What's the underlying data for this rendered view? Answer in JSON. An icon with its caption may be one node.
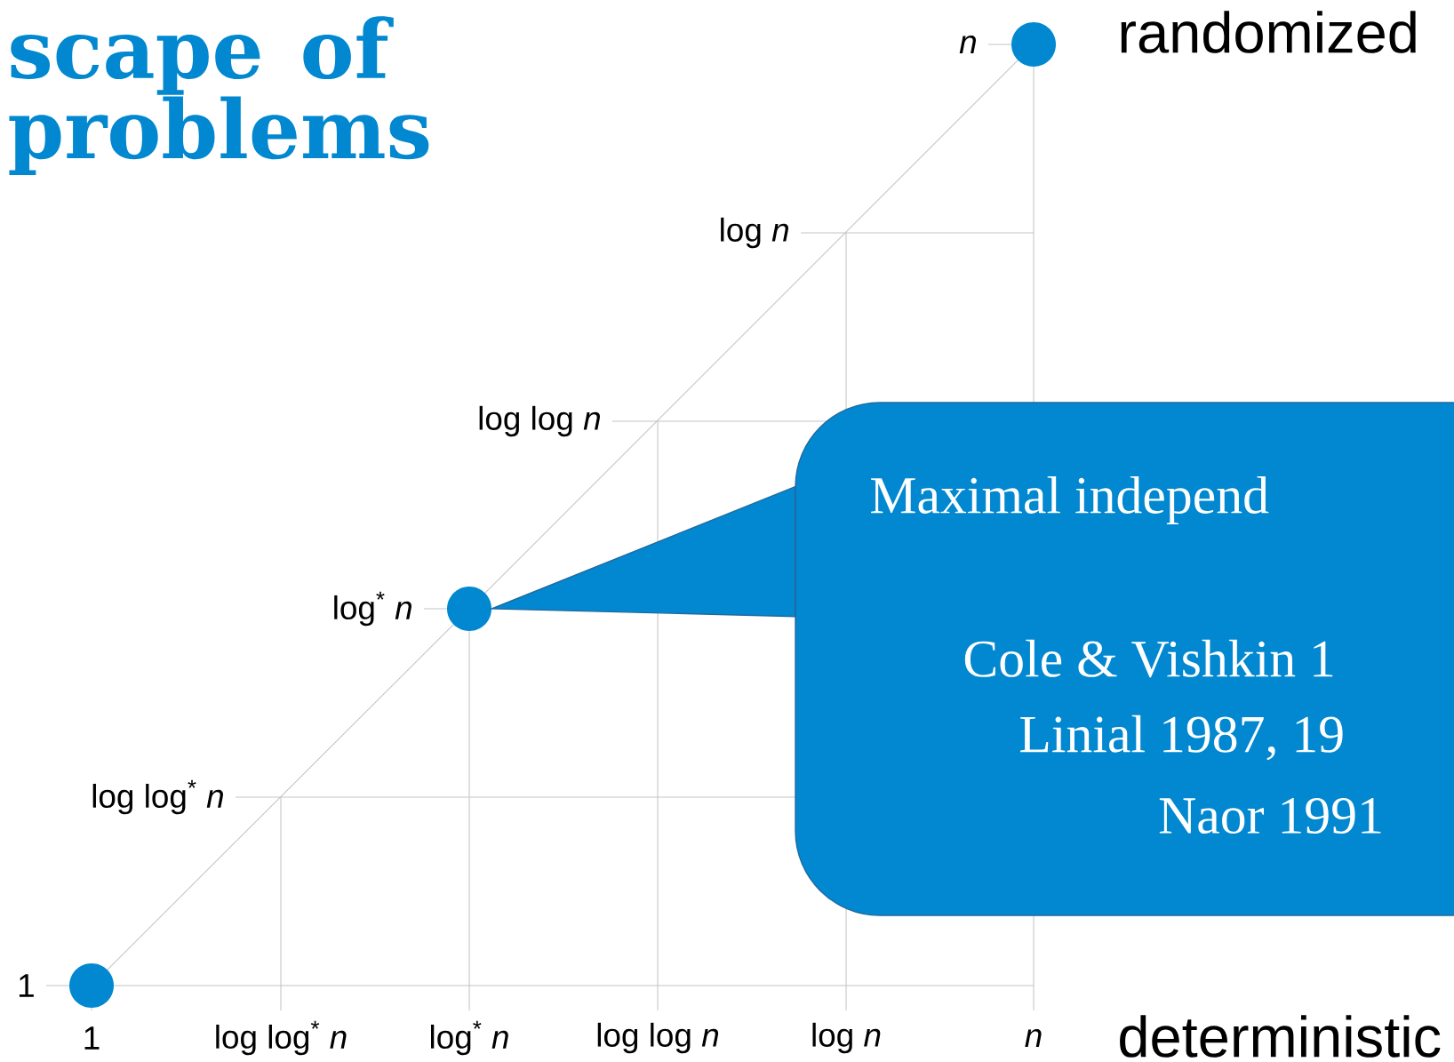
{
  "diagram": {
    "title": "scape of problems",
    "nodes": [
      {
        "text": [],
        "shape": "circle"
      },
      {
        "text": [
          "Maximal independ",
          "Cole & Vishkin 1",
          "Linial 1987, 19",
          "Naor 1991"
        ]
      },
      {
        "text": [],
        "shape": "circle"
      },
      {
        "text": [],
        "shape": "circle"
      }
    ],
    "edges": [
      {
        "from": 3,
        "to": 2,
        "arrow": "none"
      },
      {
        "from": 2,
        "to": 0,
        "arrow": "none"
      },
      {
        "from": 1,
        "to": 2,
        "arrow": "to",
        "color": "#0288d0"
      }
    ],
    "labels": [
      "randomized",
      "*n*",
      "log *n*",
      "log log *n*",
      "log$^{*}$ *n*",
      "log log$^{*}$ *n*",
      "1",
      "1",
      "log log$^{*}$ *n*",
      "log$^{*}$ *n*",
      "log log *n*",
      "log *n*",
      "*n*",
      "deterministic"
    ]
  }
}
